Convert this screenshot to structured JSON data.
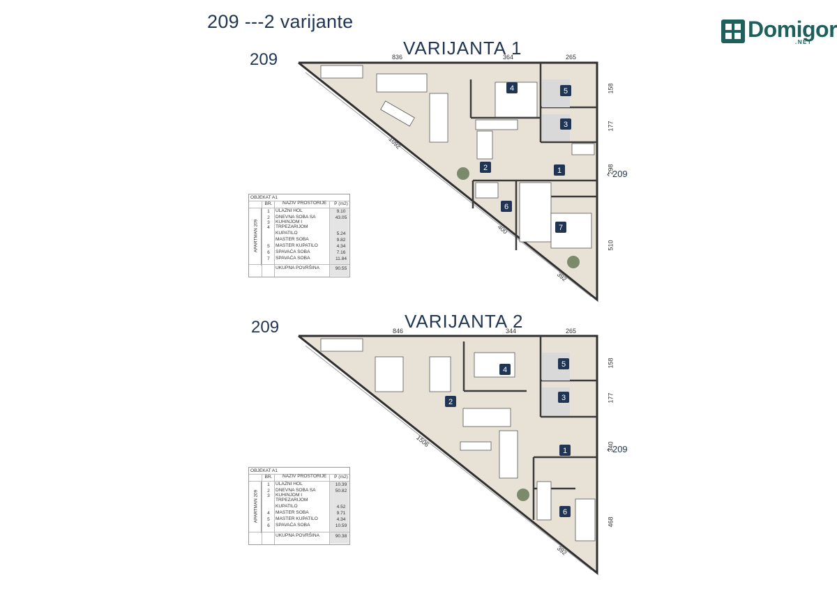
{
  "page": {
    "title": "209 ---2 varijante"
  },
  "logo": {
    "text": "Domigor",
    "sub": ".NET",
    "color": "#1f5f5c"
  },
  "colors": {
    "navy": "#1f3553",
    "floor": "#e8e1d6",
    "wall": "#2f2f2f"
  },
  "variant1": {
    "label": "VARIJANTA 1",
    "apt": "209",
    "entry_marker": "209",
    "dims": {
      "top_a": "836",
      "top_b": "364",
      "top_c": "265",
      "r1": "158",
      "r2": "177",
      "r3": "298",
      "r4": "510",
      "diag1": "1092",
      "diag2": "400",
      "diag3": "392"
    },
    "room_tags": [
      "4",
      "5",
      "3",
      "2",
      "1",
      "6",
      "7"
    ],
    "table": {
      "object": "OBJEKAT A1",
      "col_br": "BR.",
      "col_name": "NAZIV PROSTORIJE",
      "col_area": "P (m2)",
      "side": "APARTMAN 209",
      "rows": [
        {
          "br": "1",
          "name": "ULAZNI HOL",
          "area": "9.10"
        },
        {
          "br": "2",
          "name": "DNEVNA  SOBA  SA",
          "area": "43.05"
        },
        {
          "br": "3",
          "name": "KUHINJOM        I",
          "area": ""
        },
        {
          "br": "4",
          "name": "TRPEZARIJOM",
          "area": ""
        },
        {
          "br": "",
          "name": "KUPATILO",
          "area": "5.24"
        },
        {
          "br": "",
          "name": "MASTER SOBA",
          "area": "9.82"
        },
        {
          "br": "5",
          "name": "MASTER    KUPATILO",
          "area": "4.34"
        },
        {
          "br": "6",
          "name": "SPAVAĆA       SOBA",
          "area": "7.16"
        },
        {
          "br": "7",
          "name": "SPAVAĆA SOBA",
          "area": "11.84"
        }
      ],
      "total_label": "UKUPNA POVRŠINA",
      "total": "90.55"
    }
  },
  "variant2": {
    "label": "VARIJANTA 2",
    "apt": "209",
    "entry_marker": "209",
    "dims": {
      "top_a": "846",
      "top_b": "344",
      "top_c": "265",
      "r1": "158",
      "r2": "177",
      "r3": "340",
      "r4": "468",
      "diag1": "1506",
      "diag3": "392"
    },
    "room_tags": [
      "4",
      "5",
      "3",
      "2",
      "1",
      "6"
    ],
    "table": {
      "object": "OBJEKAT A1",
      "col_br": "BR.",
      "col_name": "NAZIV PROSTORIJE",
      "col_area": "P (m2)",
      "side": "APARTMAN 209",
      "rows": [
        {
          "br": "1",
          "name": "ULAZNI HOL",
          "area": "10.39"
        },
        {
          "br": "2",
          "name": "DNEVNA SOBA SA",
          "area": "50.82"
        },
        {
          "br": "3",
          "name": "KUHINJOM I",
          "area": ""
        },
        {
          "br": "",
          "name": "TRPEZARIJOM",
          "area": ""
        },
        {
          "br": "",
          "name": "KUPATILO",
          "area": "4.52"
        },
        {
          "br": "4",
          "name": "MASTER SOBA",
          "area": "9.71"
        },
        {
          "br": "5",
          "name": "MASTER KUPATILO",
          "area": "4.34"
        },
        {
          "br": "6",
          "name": "SPAVAĆA SOBA",
          "area": "10.59"
        }
      ],
      "total_label": "UKUPNA POVRŠINA",
      "total": "90.38"
    }
  }
}
